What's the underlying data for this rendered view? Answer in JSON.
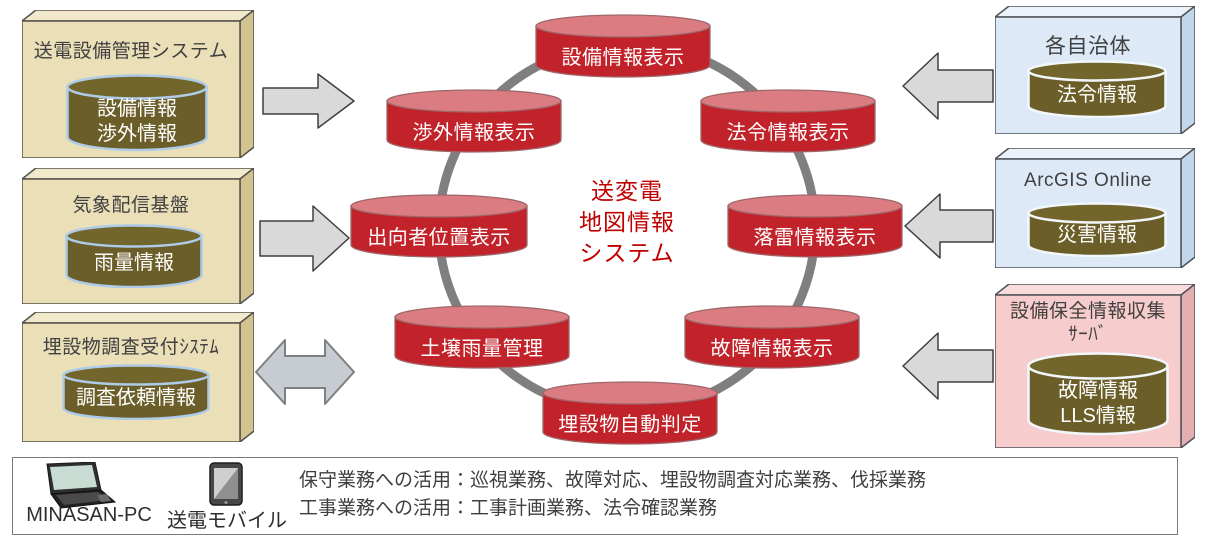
{
  "diagram": {
    "center_system": {
      "line1": "送変電",
      "line2": "地図情報",
      "line3": "システム"
    },
    "ring": [
      {
        "label": "設備情報表示"
      },
      {
        "label": "渉外情報表示"
      },
      {
        "label": "法令情報表示"
      },
      {
        "label": "出向者位置表示"
      },
      {
        "label": "落雷情報表示"
      },
      {
        "label": "土壌雨量管理"
      },
      {
        "label": "故障情報表示"
      },
      {
        "label": "埋設物自動判定"
      }
    ],
    "left_systems": [
      {
        "title": "送電設備管理システム",
        "db1": "設備情報",
        "db2": "渉外情報",
        "arrow": "right"
      },
      {
        "title": "気象配信基盤",
        "db1": "雨量情報",
        "arrow": "right"
      },
      {
        "title": "埋設物調査受付ｼｽﾃﾑ",
        "db1": "調査依頼情報",
        "arrow": "both"
      }
    ],
    "right_systems": [
      {
        "title": "各自治体",
        "db1": "法令情報",
        "arrow": "left"
      },
      {
        "title": "ArcGIS Online",
        "db1": "災害情報",
        "arrow": "left"
      },
      {
        "title": "設備保全情報収集",
        "title2": "ｻｰﾊﾞ",
        "db1": "故障情報",
        "db2": "LLS情報",
        "arrow": "left"
      }
    ],
    "footer": {
      "device1": "MINASAN-PC",
      "device2": "送電モバイル",
      "line1": "保守業務への活用：巡視業務、故障対応、埋設物調査対応業務、伐採業務",
      "line2": "工事業務への活用：工事計画業務、法令確認業務"
    }
  },
  "colors": {
    "node_red": "#C2232A",
    "node_red_top": "#DB7B82",
    "db_olive": "#6B5E28",
    "db_rim_blue": "#AECBE8",
    "ring_gray": "#7F7F7F",
    "center_text": "#C00000",
    "left_box": "#EBDFB8",
    "blue_box": "#DDE9F6",
    "pink_box": "#F6CCCD",
    "arrow_fill": "#D9D9D9"
  }
}
